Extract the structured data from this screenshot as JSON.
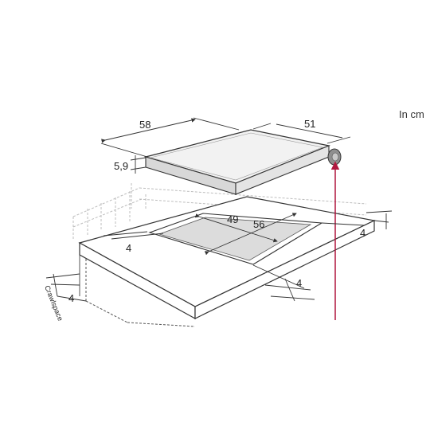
{
  "units_note": "In cm",
  "hob": {
    "width": "58",
    "depth": "51",
    "height": "5,9"
  },
  "cutout": {
    "width": "56",
    "depth": "49"
  },
  "clearances": {
    "right": "4",
    "front": "4",
    "back": "4",
    "bottom": "4"
  },
  "crawlspace_label": "Crawlspace",
  "colors": {
    "line": "#333333",
    "faint_line": "#b5b5b5",
    "cutout_fill": "#dcdcdc",
    "arrow": "#b0173f",
    "hob_top": "#f2f2f2",
    "hob_edge": "#d8d8d8"
  }
}
